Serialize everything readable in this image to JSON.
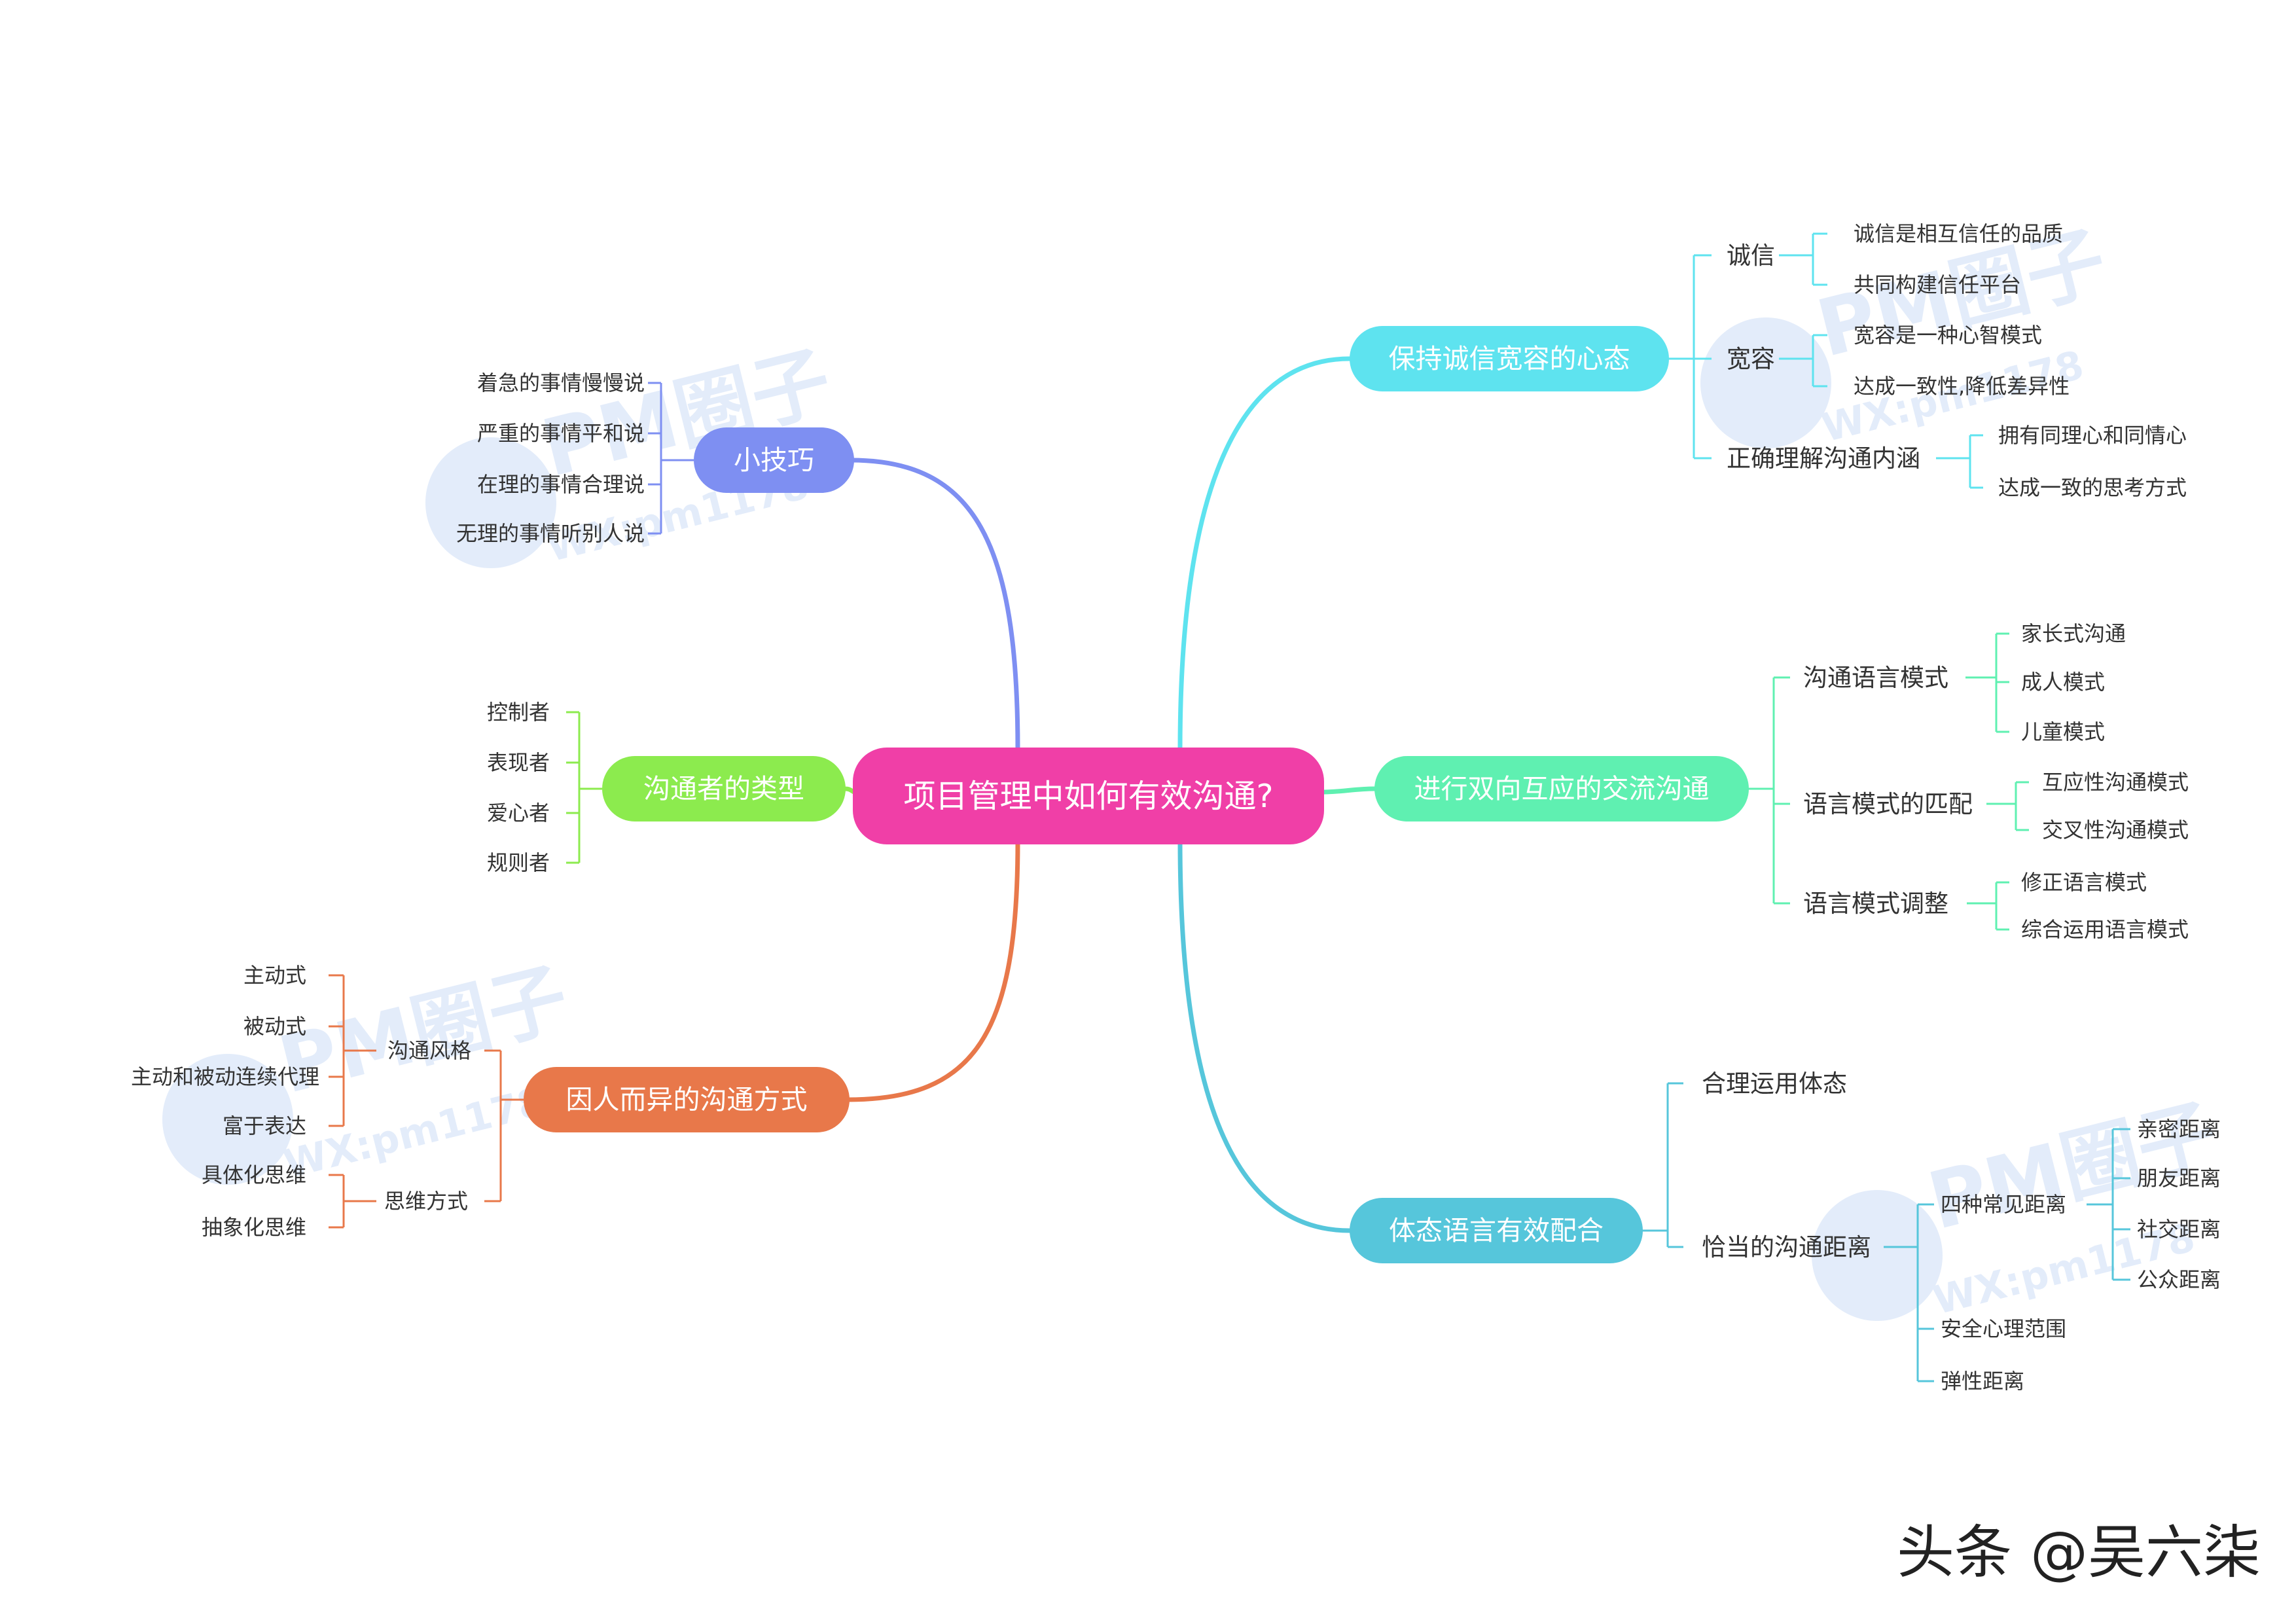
{
  "center": {
    "label": "项目管理中如何有效沟通?",
    "color": "#f03fa7"
  },
  "colors": {
    "integrity": "#5ee3ef",
    "two_way": "#5ff0b1",
    "body_language": "#56c6db",
    "tips": "#7e8ff2",
    "types": "#8ceb4e",
    "styles": "#e8784a"
  },
  "branches": {
    "integrity": {
      "label": "保持诚信宽容的心态",
      "children": [
        {
          "label": "诚信",
          "items": [
            "诚信是相互信任的品质",
            "共同构建信任平台"
          ]
        },
        {
          "label": "宽容",
          "items": [
            "宽容是一种心智模式",
            "达成一致性,降低差异性"
          ]
        },
        {
          "label": "正确理解沟通内涵",
          "items": [
            "拥有同理心和同情心",
            "达成一致的思考方式"
          ]
        }
      ]
    },
    "two_way": {
      "label": "进行双向互应的交流沟通",
      "children": [
        {
          "label": "沟通语言模式",
          "items": [
            "家长式沟通",
            "成人模式",
            "儿童模式"
          ]
        },
        {
          "label": "语言模式的匹配",
          "items": [
            "互应性沟通模式",
            "交叉性沟通模式"
          ]
        },
        {
          "label": "语言模式调整",
          "items": [
            "修正语言模式",
            "综合运用语言模式"
          ]
        }
      ]
    },
    "body_language": {
      "label": "体态语言有效配合",
      "children": [
        {
          "label": "合理运用体态"
        },
        {
          "label": "恰当的沟通距离",
          "sub": [
            {
              "label": "四种常见距离",
              "items": [
                "亲密距离",
                "朋友距离",
                "社交距离",
                "公众距离"
              ]
            },
            {
              "label": "安全心理范围"
            },
            {
              "label": "弹性距离"
            }
          ]
        }
      ]
    },
    "tips": {
      "label": "小技巧",
      "items": [
        "着急的事情慢慢说",
        "严重的事情平和说",
        "在理的事情合理说",
        "无理的事情听别人说"
      ]
    },
    "types": {
      "label": "沟通者的类型",
      "items": [
        "控制者",
        "表现者",
        "爱心者",
        "规则者"
      ]
    },
    "styles": {
      "label": "因人而异的沟通方式",
      "children": [
        {
          "label": "沟通风格",
          "items": [
            "主动式",
            "被动式",
            "主动和被动连续代理",
            "富于表达"
          ]
        },
        {
          "label": "思维方式",
          "items": [
            "具体化思维",
            "抽象化思维"
          ]
        }
      ]
    }
  },
  "watermark": {
    "brand": "PM圈子",
    "wx": "WX:pm1178"
  },
  "footer": {
    "credit": "头条 @吴六柒"
  }
}
